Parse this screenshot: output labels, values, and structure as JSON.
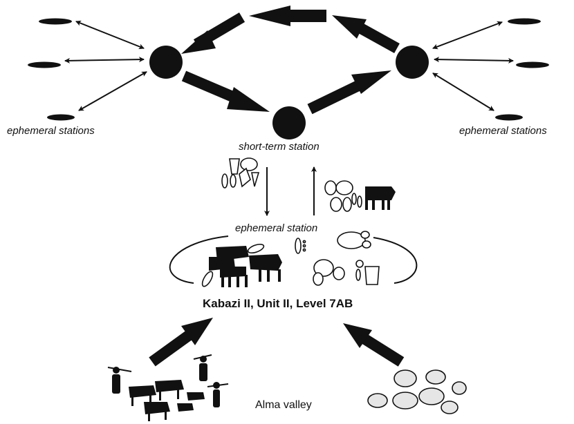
{
  "labels": {
    "ephemeral_left": "ephemeral stations",
    "ephemeral_right": "ephemeral stations",
    "short_term": "short-term station",
    "ephemeral_single": "ephemeral station",
    "site": "Kabazi II, Unit II, Level 7AB",
    "valley": "Alma valley"
  },
  "colors": {
    "ink": "#111111",
    "fill_light": "#ffffff"
  },
  "icons": [
    "node-circle",
    "bold-arrow",
    "double-arrow",
    "flint-tool-icon",
    "animal-silhouette-icon",
    "hunter-silhouette-icon",
    "pebble-icon"
  ]
}
